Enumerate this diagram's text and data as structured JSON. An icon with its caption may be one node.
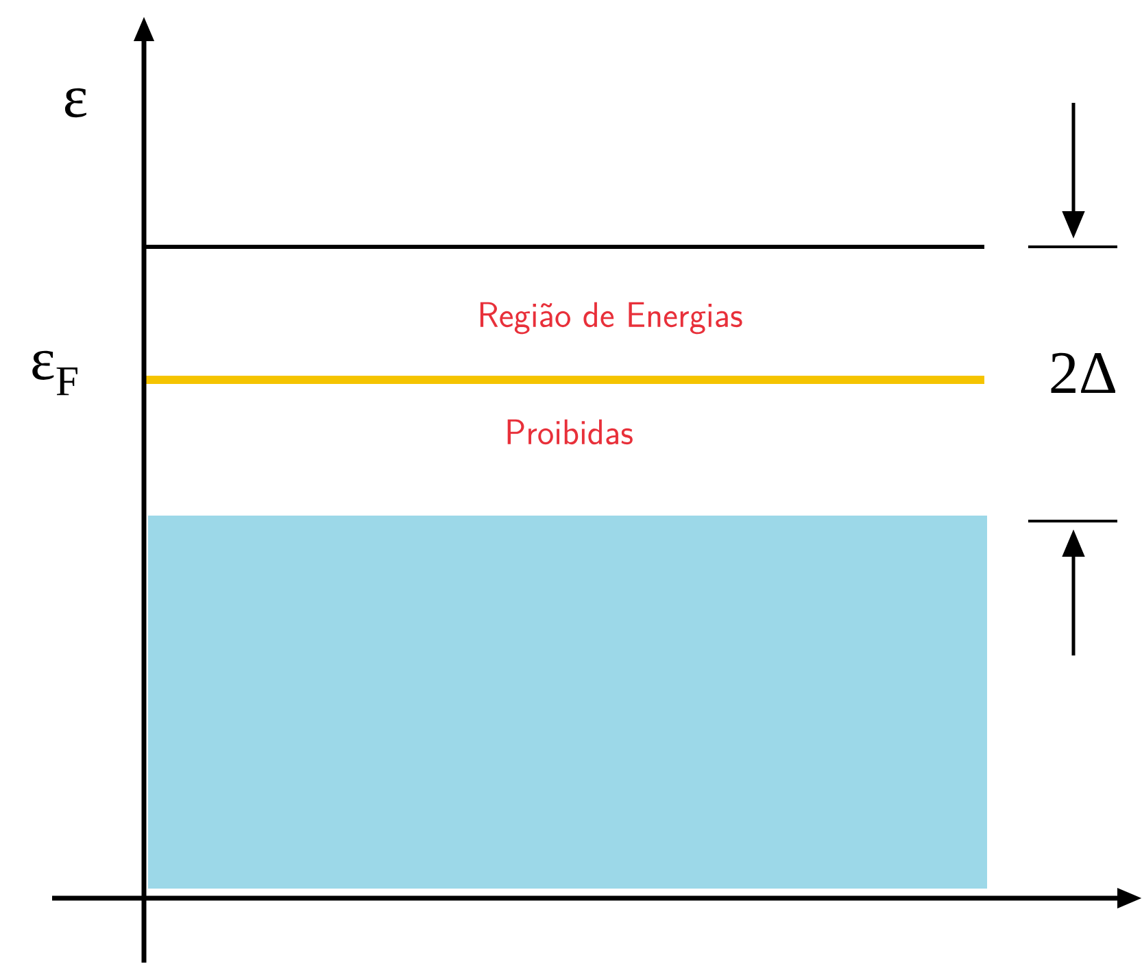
{
  "diagram": {
    "nodes": [
      {
        "text": [],
        "shape": "box"
      }
    ],
    "labels": [
      "ε",
      "Região de Energias",
      "ε$_{F}$",
      "2Δ",
      "Proibidas"
    ]
  }
}
